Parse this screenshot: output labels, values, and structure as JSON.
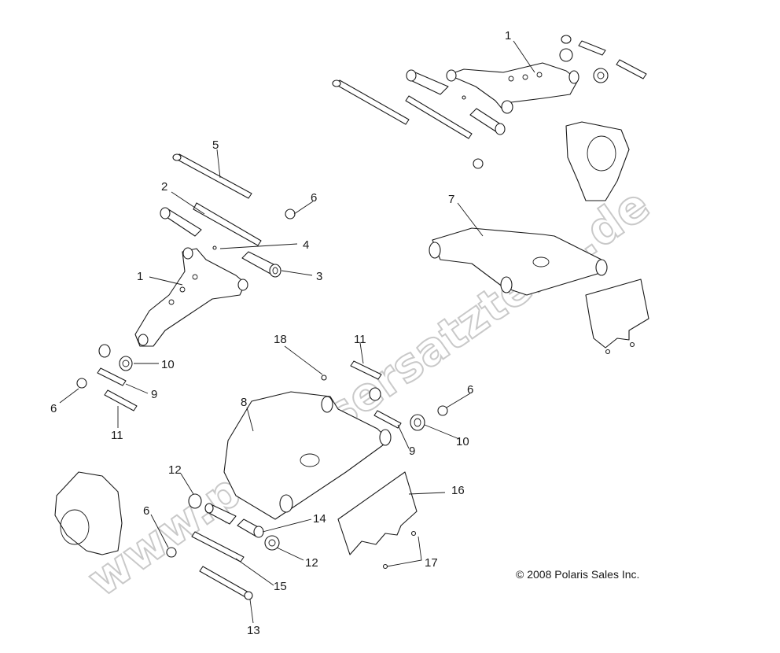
{
  "watermark": "www.polarisersatzteile.de",
  "copyright": "© 2008 Polaris Sales Inc.",
  "callouts": [
    "1",
    "5",
    "2",
    "6",
    "4",
    "3",
    "1",
    "10",
    "9",
    "6",
    "11",
    "7",
    "18",
    "11",
    "8",
    "6",
    "10",
    "9",
    "12",
    "16",
    "6",
    "14",
    "12",
    "17",
    "15",
    "13"
  ]
}
